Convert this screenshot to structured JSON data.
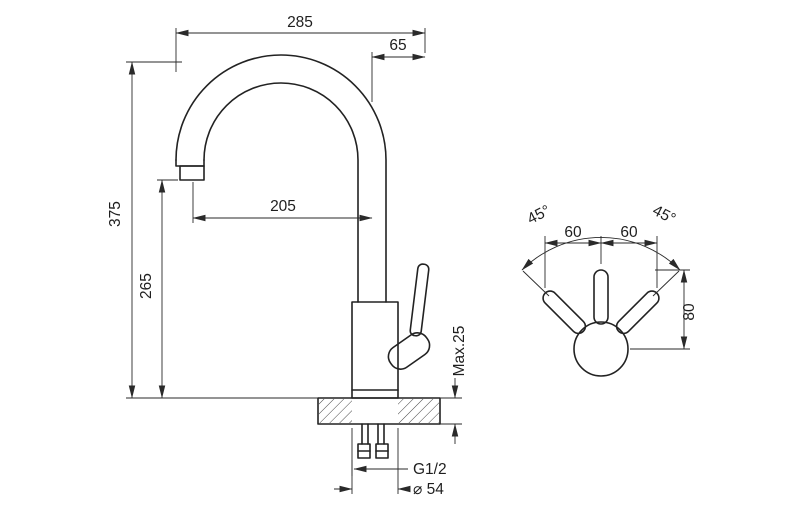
{
  "page": {
    "background": "#ffffff",
    "line_color": "#222222"
  },
  "front_view": {
    "title": "faucet side elevation with dimensions",
    "dims": {
      "overall_reach": "285",
      "handle_offset": "65",
      "overall_height": "375",
      "outlet_height": "265",
      "spout_reach": "205",
      "deck_thickness": "Max.25",
      "connection_thread": "G1/2",
      "base_diameter": "⌀ 54"
    }
  },
  "top_view": {
    "title": "handle swing plan view",
    "dims": {
      "swing_left": "45°",
      "swing_right": "45°",
      "offset_left": "60",
      "offset_right": "60",
      "handle_length": "80"
    }
  }
}
